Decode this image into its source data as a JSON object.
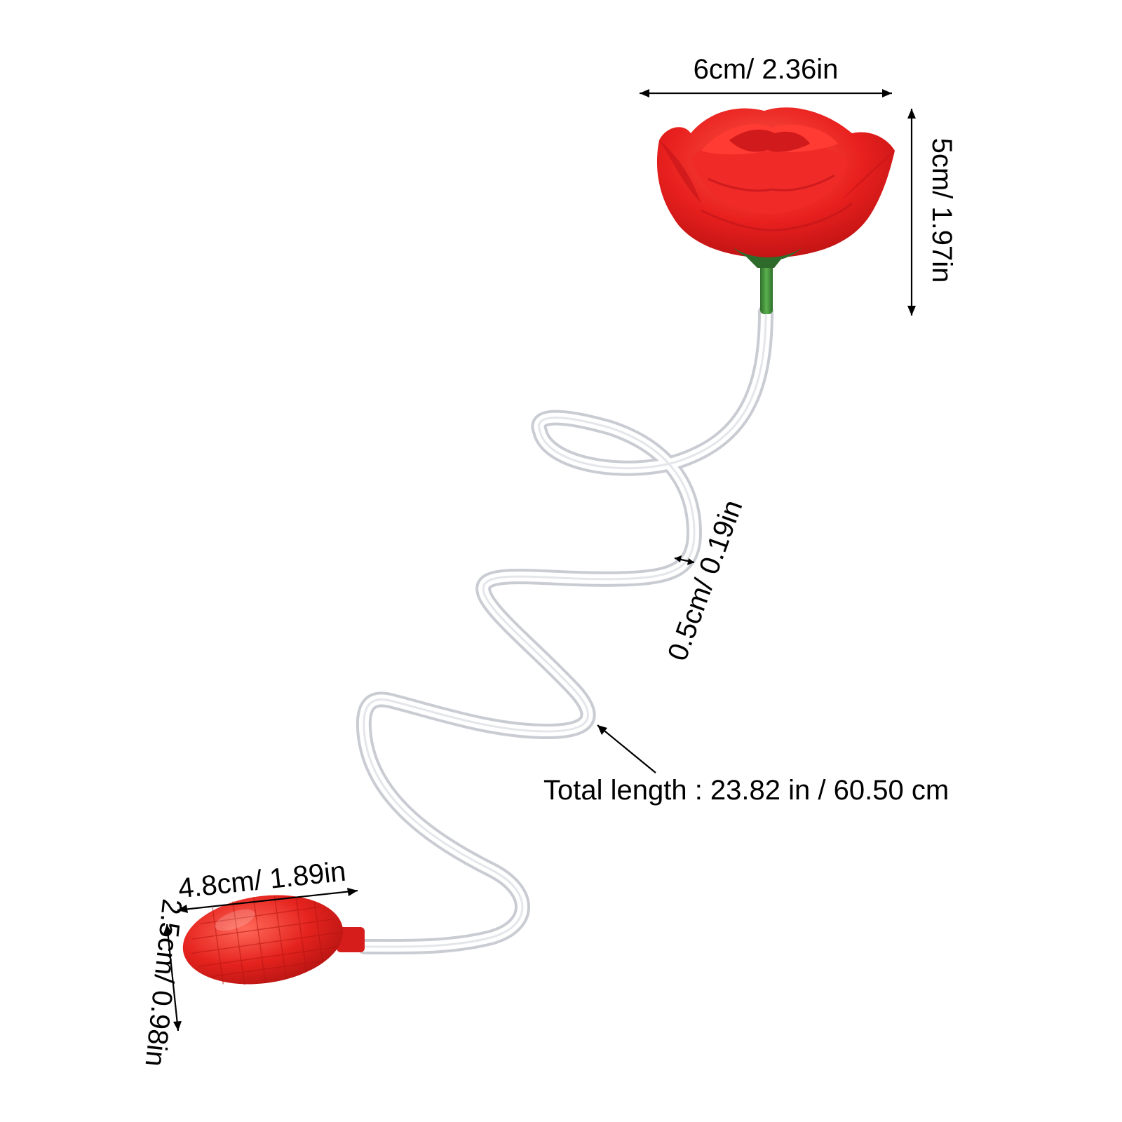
{
  "product": {
    "flower_color": "#e8201e",
    "bulb_color": "#e5231e",
    "stem_color": "#3f8f3a",
    "tube_color": "#c9ccd2"
  },
  "dimensions": {
    "flower_width": "6cm/ 2.36in",
    "flower_height": "5cm/ 1.97in",
    "tube_diameter": "0.5cm/ 0.19in",
    "total_length": "Total length : 23.82 in / 60.50 cm",
    "bulb_length": "4.8cm/ 1.89in",
    "bulb_height": "2.5cm/ 0.98in"
  }
}
